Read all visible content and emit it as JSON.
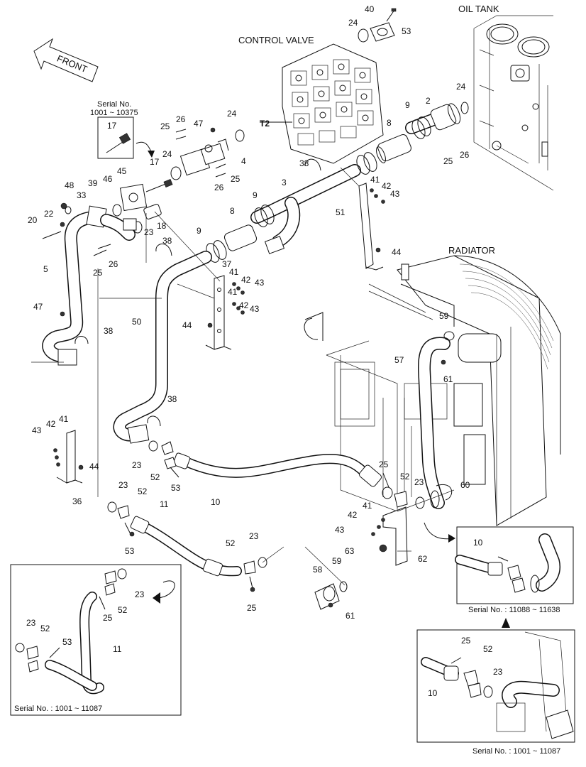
{
  "headings": {
    "control_valve": "CONTROL VALVE",
    "oil_tank": "OIL TANK",
    "radiator": "RADIATOR",
    "front": "FRONT",
    "t2": "T2"
  },
  "serial_notes": {
    "top_left_line1": "Serial No.",
    "top_left_line2": "1001 ~ 10375",
    "inset_left": "Serial No. : 1001 ~ 11087",
    "inset_right_top": "Serial No. : 11088 ~ 11638",
    "inset_right_bottom": "Serial No. : 1001 ~ 11087"
  },
  "callouts": {
    "c40": "40",
    "c24a": "24",
    "c53a": "53",
    "c24b": "24",
    "c2": "2",
    "c9a": "9",
    "c25a": "25",
    "c26a": "26",
    "c8a": "8",
    "c24c": "24",
    "c47a": "47",
    "c26b": "26",
    "c25b": "25",
    "c17a": "17",
    "c24d": "24",
    "c4": "4",
    "c25c": "25",
    "c26c": "26",
    "c38a": "38",
    "c41a": "41",
    "c42a": "42",
    "c43a": "43",
    "c3": "3",
    "c9b": "9",
    "c17b": "17",
    "c48": "48",
    "c39": "39",
    "c46": "46",
    "c45": "45",
    "c33": "33",
    "c22": "22",
    "c20": "20",
    "c18": "18",
    "c23a": "23",
    "c51": "51",
    "c8b": "8",
    "c9c": "9",
    "c38b": "38",
    "c26d": "26",
    "c25d": "25",
    "c5": "5",
    "c44a": "44",
    "c37": "37",
    "c41b": "41",
    "c42b": "42",
    "c43b": "43",
    "c41c": "41",
    "c42c": "42",
    "c43c": "43",
    "c47b": "47",
    "c50": "50",
    "c44b": "44",
    "c38c": "38",
    "c59a": "59",
    "c57": "57",
    "c61a": "61",
    "c38d": "38",
    "c43d": "43",
    "c42d": "42",
    "c41d": "41",
    "c44c": "44",
    "c36": "36",
    "c23b": "23",
    "c52a": "52",
    "c53b": "53",
    "c25e": "25",
    "c52b": "52",
    "c23c": "23",
    "c60": "60",
    "c10": "10",
    "c23d": "23",
    "c52c": "52",
    "c11": "11",
    "c53c": "53",
    "c42e": "42",
    "c41e": "41",
    "c43e": "43",
    "c63": "63",
    "c62": "62",
    "c23e": "23",
    "c52d": "52",
    "c25f": "25",
    "c58": "58",
    "c59b": "59",
    "c61b": "61",
    "i1_23a": "23",
    "i1_52a": "52",
    "i1_25": "25",
    "i1_23b": "23",
    "i1_52b": "52",
    "i1_53": "53",
    "i1_11": "11",
    "i2_10": "10",
    "i3_25": "25",
    "i3_52": "52",
    "i3_23": "23",
    "i3_10": "10"
  }
}
